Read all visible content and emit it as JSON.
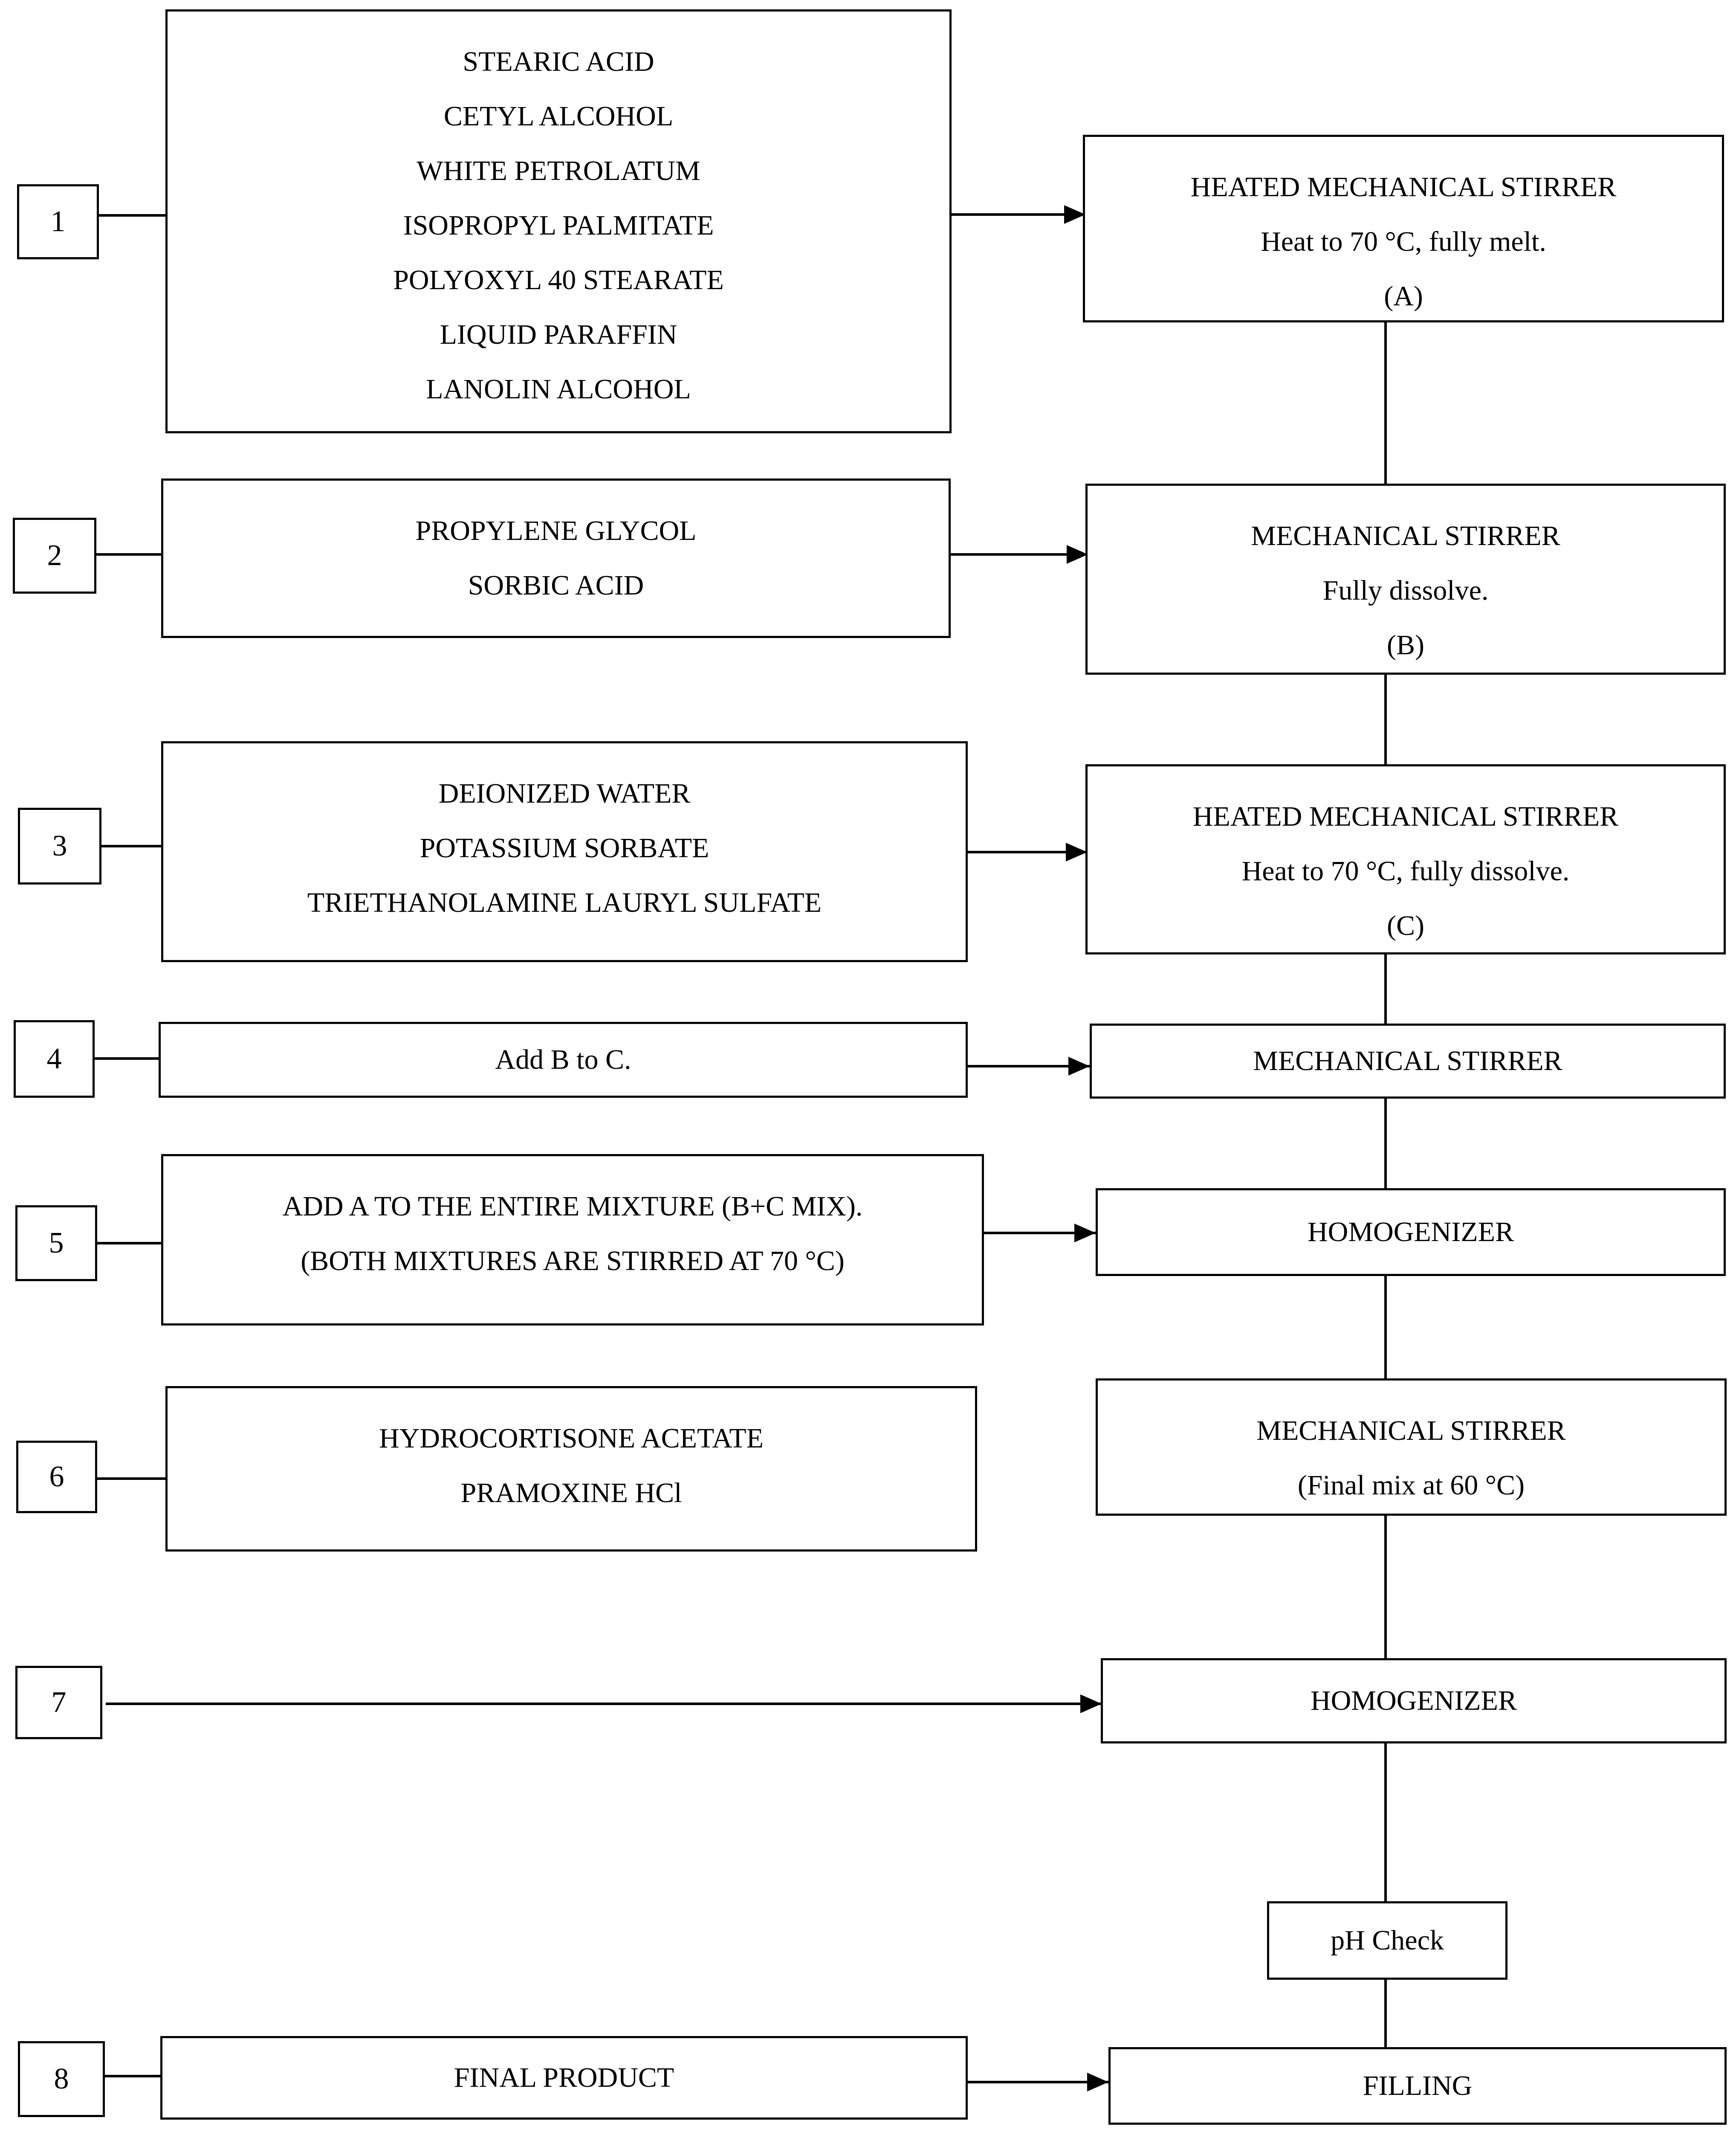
{
  "steps": [
    {
      "number": "1",
      "inputs": [
        "STEARIC ACID",
        "CETYL ALCOHOL",
        "WHITE PETROLATUM",
        "ISOPROPYL PALMITATE",
        "POLYOXYL 40 STEARATE",
        "LIQUID PARAFFIN",
        "LANOLIN ALCOHOL"
      ]
    },
    {
      "number": "2",
      "inputs": [
        "PROPYLENE GLYCOL",
        "SORBIC ACID"
      ]
    },
    {
      "number": "3",
      "inputs": [
        "DEIONIZED WATER",
        "POTASSIUM SORBATE",
        "TRIETHANOLAMINE LAURYL SULFATE"
      ]
    },
    {
      "number": "4",
      "inputs": [
        "Add B to C."
      ]
    },
    {
      "number": "5",
      "inputs": [
        "ADD A TO THE ENTIRE MIXTURE (B+C MIX).",
        "(BOTH MIXTURES ARE STIRRED AT 70 °C)"
      ]
    },
    {
      "number": "6",
      "inputs": [
        "HYDROCORTISONE ACETATE",
        "PRAMOXINE HCl"
      ]
    },
    {
      "number": "7",
      "inputs": []
    },
    {
      "number": "8",
      "inputs": [
        "FINAL PRODUCT"
      ]
    }
  ],
  "process": [
    [
      "HEATED MECHANICAL STIRRER",
      "Heat to 70 °C, fully melt.",
      "(A)"
    ],
    [
      "MECHANICAL STIRRER",
      "Fully dissolve.",
      "(B)"
    ],
    [
      "HEATED MECHANICAL STIRRER",
      "Heat to 70 °C, fully dissolve.",
      "(C)"
    ],
    [
      "MECHANICAL STIRRER"
    ],
    [
      "HOMOGENIZER"
    ],
    [
      "MECHANICAL STIRRER",
      "(Final mix at 60 °C)"
    ],
    [
      "HOMOGENIZER"
    ],
    [
      "pH Check"
    ],
    [
      "FILLING"
    ]
  ]
}
